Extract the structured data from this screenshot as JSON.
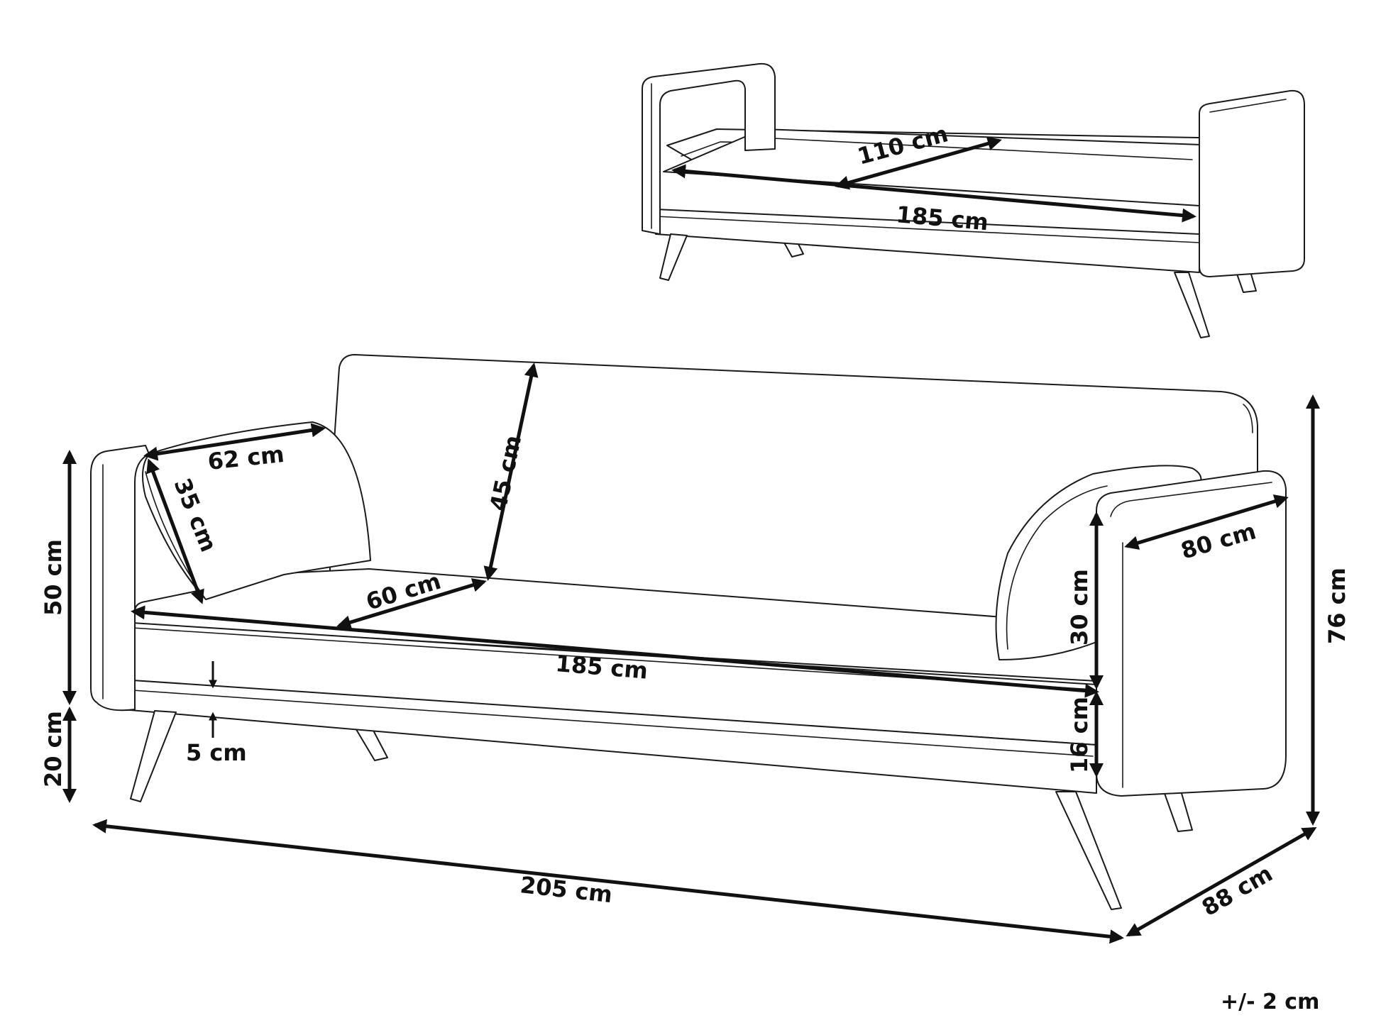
{
  "colors": {
    "ink": "#111111",
    "background": "#ffffff"
  },
  "bed_view": {
    "width_label": "185 cm",
    "depth_label": "110 cm"
  },
  "sofa_view": {
    "pillow_length_label": "62 cm",
    "pillow_diameter_label": "35 cm",
    "backrest_height_label": "45 cm",
    "seat_depth_label": "60 cm",
    "seat_width_label": "185 cm",
    "armrest_depth_label": "80 cm",
    "armrest_height_label": "30 cm",
    "seat_base_height_label": "16 cm",
    "base_thickness_label": "5 cm",
    "upper_height_label": "50 cm",
    "leg_height_label": "20 cm",
    "total_height_label": "76 cm",
    "total_width_label": "205 cm",
    "total_depth_label": "88 cm"
  },
  "tolerance_note": "+/- 2 cm"
}
